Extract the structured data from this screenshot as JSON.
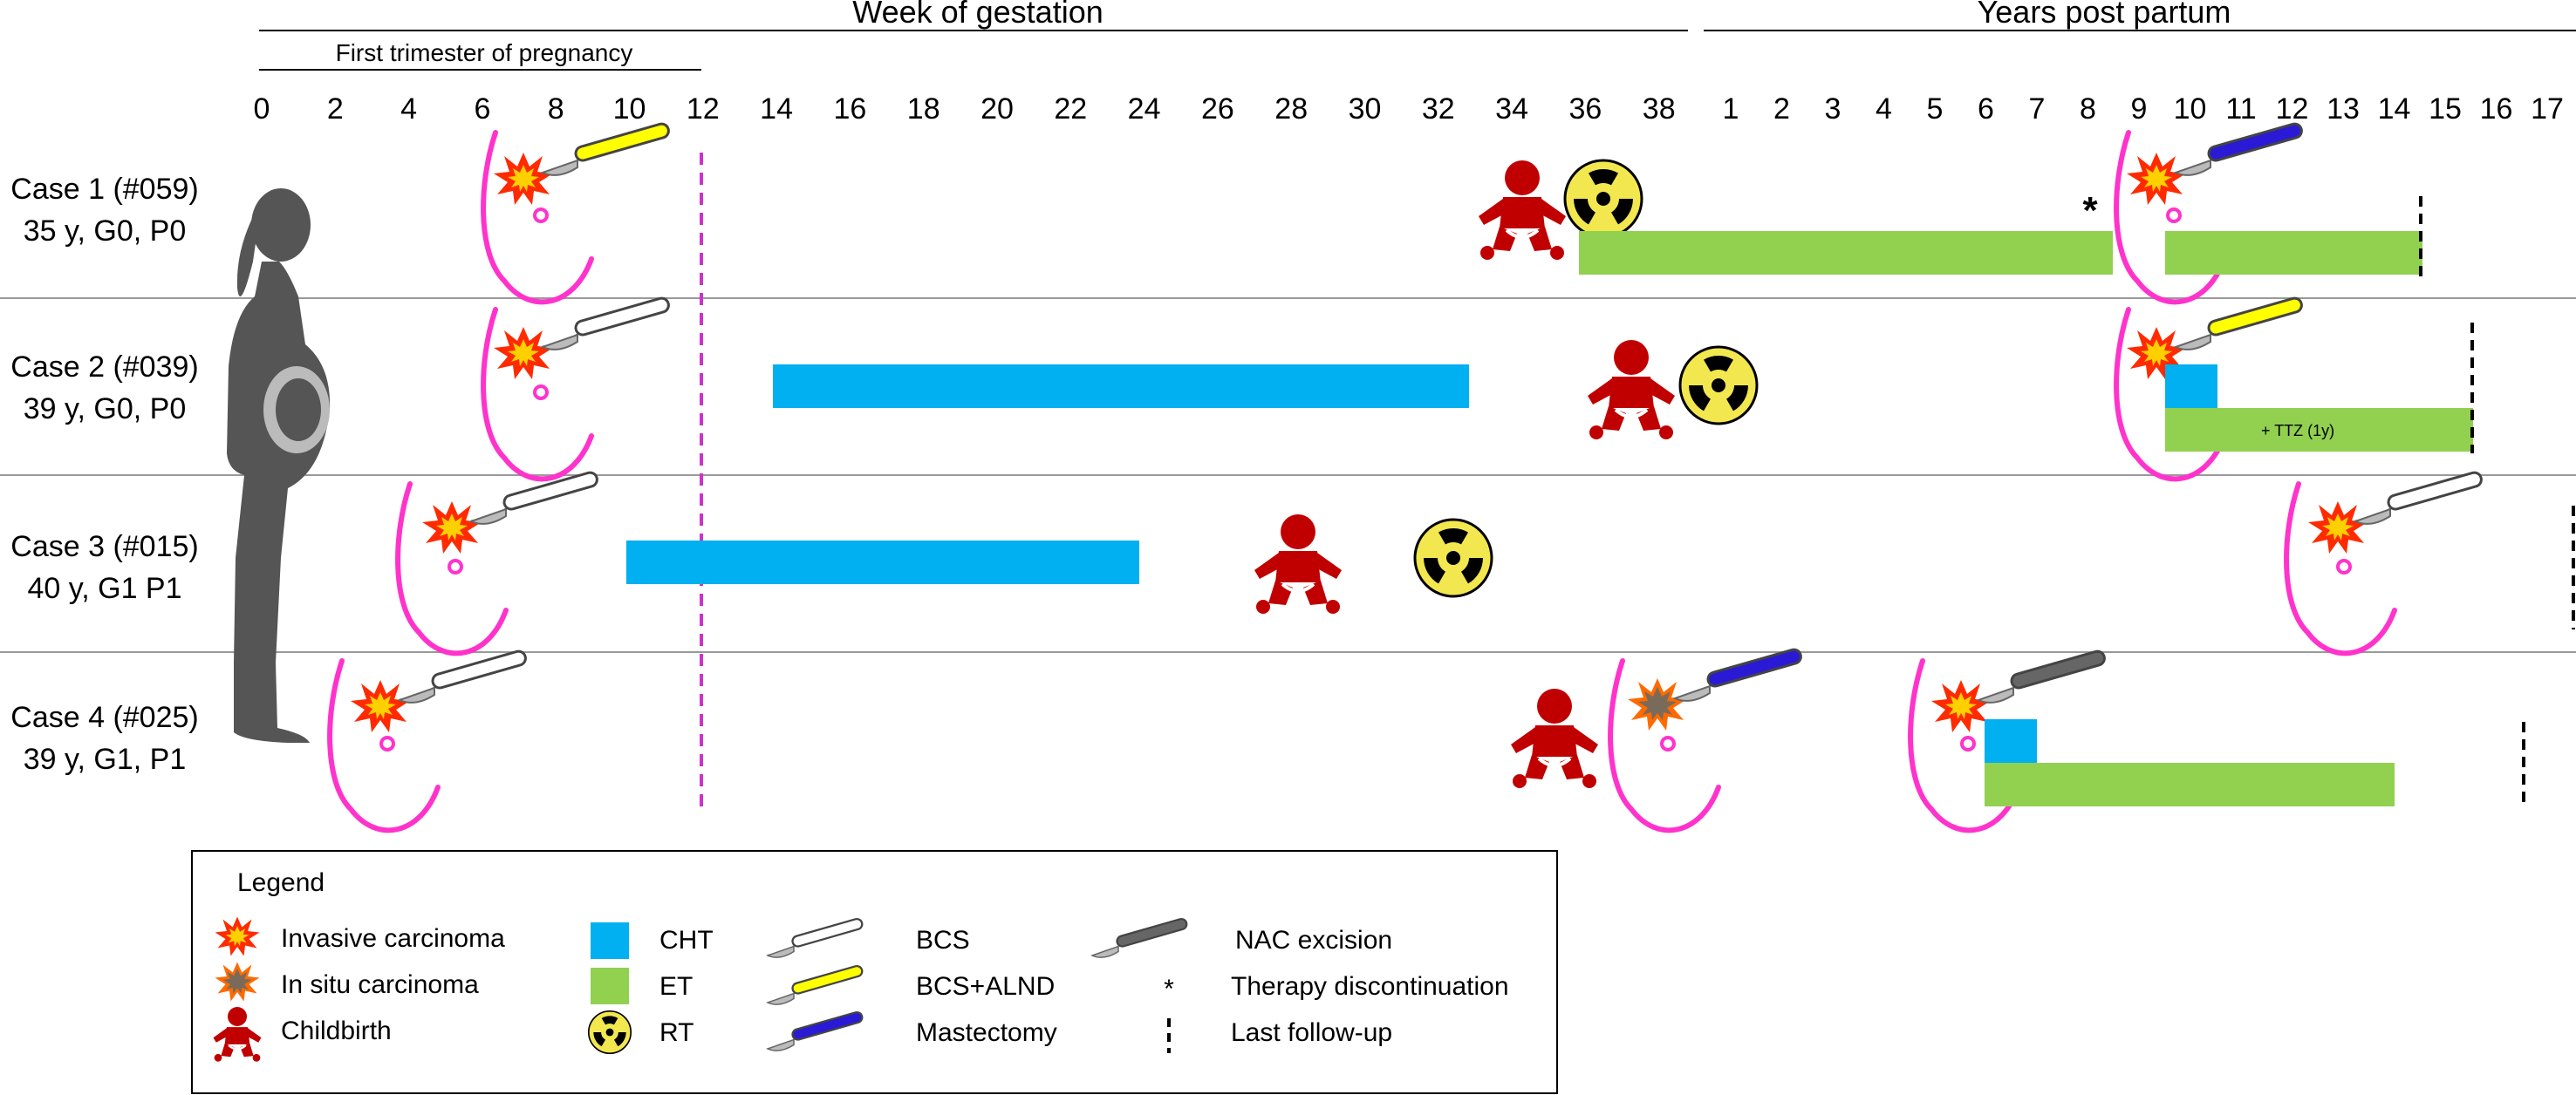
{
  "headers": {
    "gestation": "Week of gestation",
    "postpartum": "Years post partum",
    "first_trimester": "First trimester of pregnancy"
  },
  "week_ticks": [
    "0",
    "2",
    "4",
    "6",
    "8",
    "10",
    "12",
    "14",
    "16",
    "18",
    "20",
    "22",
    "24",
    "26",
    "28",
    "30",
    "32",
    "34",
    "36",
    "38"
  ],
  "year_ticks": [
    "1",
    "2",
    "3",
    "4",
    "5",
    "6",
    "7",
    "8",
    "9",
    "10",
    "11",
    "12",
    "13",
    "14",
    "15",
    "16",
    "17"
  ],
  "cases": [
    {
      "title": "Case 1 (#059)",
      "subtitle": "35 y, G0, P0"
    },
    {
      "title": "Case 2 (#039)",
      "subtitle": "39 y, G0, P0"
    },
    {
      "title": "Case 3 (#015)",
      "subtitle": "40 y, G1 P1"
    },
    {
      "title": "Case 4 (#025)",
      "subtitle": "39 y, G1, P1"
    }
  ],
  "annotations": {
    "ttz": "+ TTZ (1y)",
    "discontinuation_mark": "*"
  },
  "legend": {
    "title": "Legend",
    "invasive": "Invasive carcinoma",
    "insitu": "In situ carcinoma",
    "childbirth": "Childbirth",
    "cht": "CHT",
    "et": "ET",
    "rt": "RT",
    "bcs": "BCS",
    "bcs_alnd": "BCS+ALND",
    "mastectomy": "Mastectomy",
    "nac": "NAC excision",
    "discontinuation_mark": "*",
    "discontinuation": "Therapy discontinuation",
    "last_followup": "Last follow-up"
  },
  "colors": {
    "cht": "#00b0f0",
    "et": "#92d050",
    "breast": "#ff33cc",
    "baby": "#c00000",
    "radiation": "#f2e74f",
    "bcs_handle": "#ffffff",
    "alnd_handle": "#ffff00",
    "mastectomy_handle": "#2a1ad6",
    "nac_handle": "#666666",
    "trimester_line": "#cc33cc",
    "silhouette": "#555555"
  }
}
